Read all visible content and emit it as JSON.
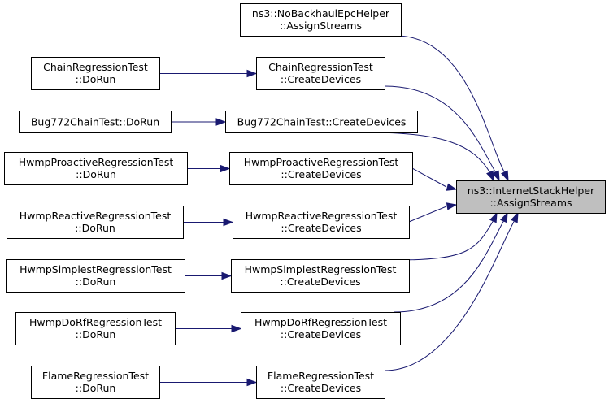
{
  "graph": {
    "target": {
      "line1": "ns3::InternetStackHelper",
      "line2": "::AssignStreams"
    },
    "nodes": [
      {
        "id": "noBackhaul",
        "line1": "ns3::NoBackhaulEpcHelper",
        "line2": "::AssignStreams"
      },
      {
        "id": "chainCreate",
        "line1": "ChainRegressionTest",
        "line2": "::CreateDevices"
      },
      {
        "id": "chainRun",
        "line1": "ChainRegressionTest",
        "line2": "::DoRun"
      },
      {
        "id": "bugCreate",
        "line1": "Bug772ChainTest::CreateDevices",
        "line2": ""
      },
      {
        "id": "bugRun",
        "line1": "Bug772ChainTest::DoRun",
        "line2": ""
      },
      {
        "id": "proCreate",
        "line1": "HwmpProactiveRegressionTest",
        "line2": "::CreateDevices"
      },
      {
        "id": "proRun",
        "line1": "HwmpProactiveRegressionTest",
        "line2": "::DoRun"
      },
      {
        "id": "reaCreate",
        "line1": "HwmpReactiveRegressionTest",
        "line2": "::CreateDevices"
      },
      {
        "id": "reaRun",
        "line1": "HwmpReactiveRegressionTest",
        "line2": "::DoRun"
      },
      {
        "id": "simCreate",
        "line1": "HwmpSimplestRegressionTest",
        "line2": "::CreateDevices"
      },
      {
        "id": "simRun",
        "line1": "HwmpSimplestRegressionTest",
        "line2": "::DoRun"
      },
      {
        "id": "rfCreate",
        "line1": "HwmpDoRfRegressionTest",
        "line2": "::CreateDevices"
      },
      {
        "id": "rfRun",
        "line1": "HwmpDoRfRegressionTest",
        "line2": "::DoRun"
      },
      {
        "id": "flameCreate",
        "line1": "FlameRegressionTest",
        "line2": "::CreateDevices"
      },
      {
        "id": "flameRun",
        "line1": "FlameRegressionTest",
        "line2": "::DoRun"
      }
    ],
    "edges": [
      {
        "from": "noBackhaul",
        "to": "target"
      },
      {
        "from": "chainCreate",
        "to": "target"
      },
      {
        "from": "chainRun",
        "to": "chainCreate"
      },
      {
        "from": "bugCreate",
        "to": "target"
      },
      {
        "from": "bugRun",
        "to": "bugCreate"
      },
      {
        "from": "proCreate",
        "to": "target"
      },
      {
        "from": "proRun",
        "to": "proCreate"
      },
      {
        "from": "reaCreate",
        "to": "target"
      },
      {
        "from": "reaRun",
        "to": "reaCreate"
      },
      {
        "from": "simCreate",
        "to": "target"
      },
      {
        "from": "simRun",
        "to": "simCreate"
      },
      {
        "from": "rfCreate",
        "to": "target"
      },
      {
        "from": "rfRun",
        "to": "rfCreate"
      },
      {
        "from": "flameCreate",
        "to": "target"
      },
      {
        "from": "flameRun",
        "to": "flameCreate"
      }
    ],
    "colors": {
      "edge": "#191970",
      "target_fill": "#bfbfbf",
      "node_border": "#000000"
    }
  }
}
